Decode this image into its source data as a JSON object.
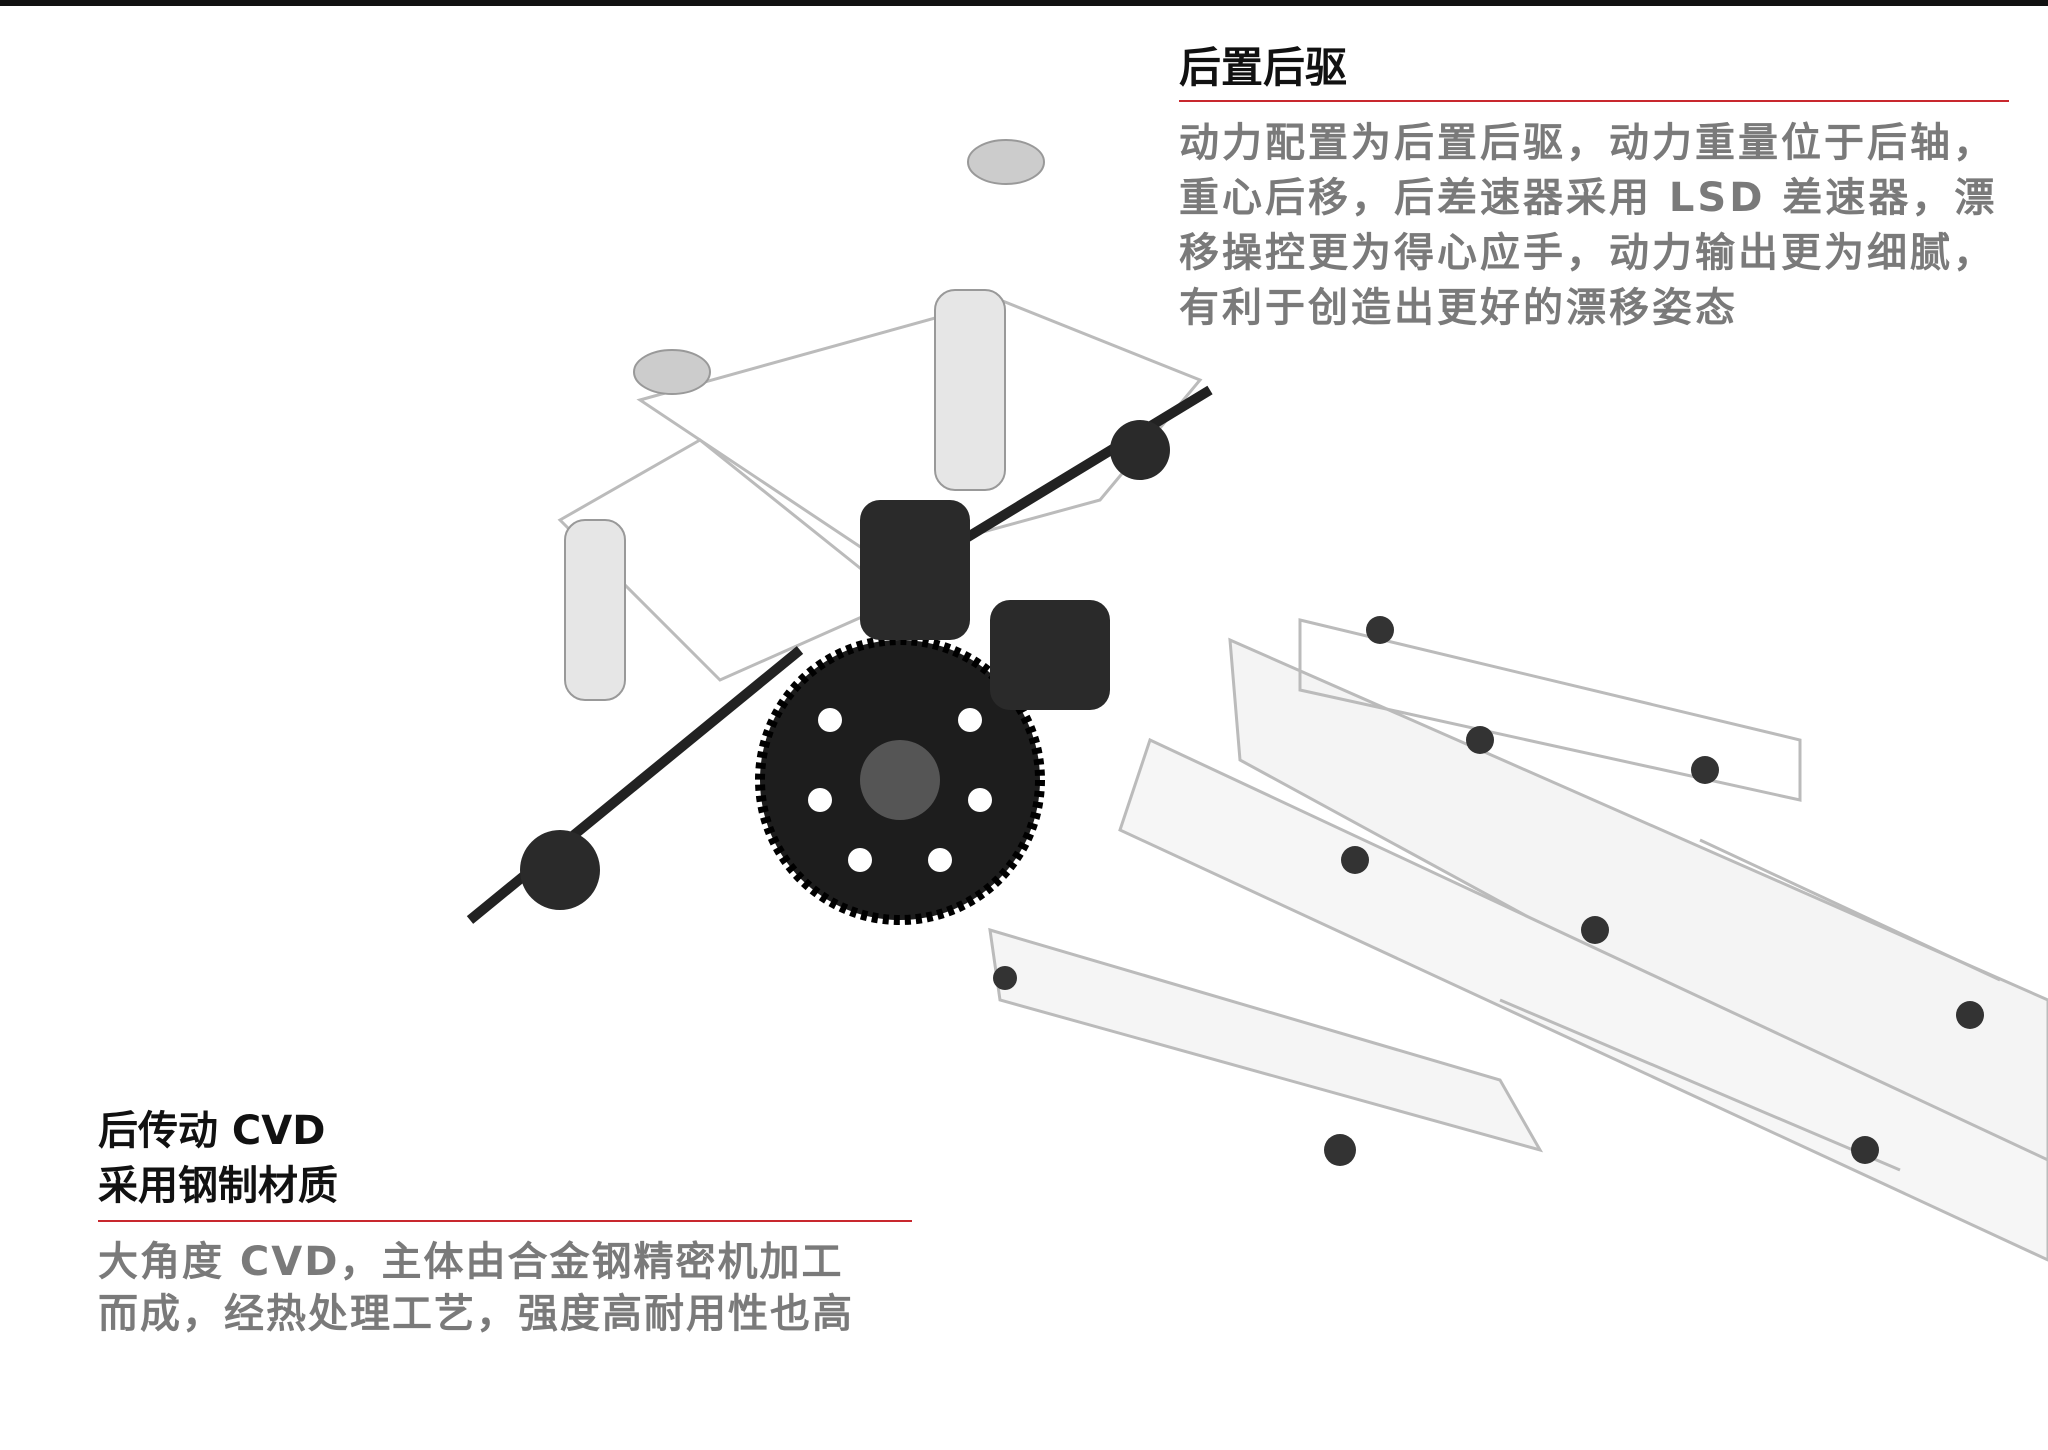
{
  "top_section": {
    "title": "后置后驱",
    "lines": [
      "动力配置为后置后驱，动力重量位于后轴，",
      "重心后移，后差速器采用 LSD 差速器，漂",
      "移操控更为得心应手，动力输出更为细腻，",
      "有利于创造出更好的漂移姿态"
    ]
  },
  "bottom_section": {
    "title_lines": [
      "后传动 CVD",
      "采用钢制材质"
    ],
    "lines": [
      "大角度 CVD，主体由合金钢精密机加工",
      "而成，经热处理工艺，强度高耐用性也高"
    ]
  },
  "colors": {
    "accent_rule": "#c8282e",
    "title": "#111111",
    "body": "#7a7a7a"
  }
}
